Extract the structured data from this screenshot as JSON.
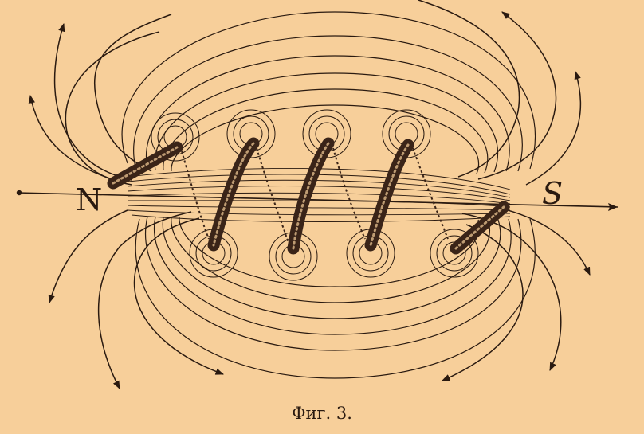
{
  "figure": {
    "subject": "magnetic-field-of-solenoid",
    "caption": "Фиг. 3.",
    "pole_north_label": "N",
    "pole_south_label": "S"
  },
  "colors": {
    "background": "#f7cf9a",
    "ink": "#2a1a10",
    "coil": "#3a2418"
  }
}
